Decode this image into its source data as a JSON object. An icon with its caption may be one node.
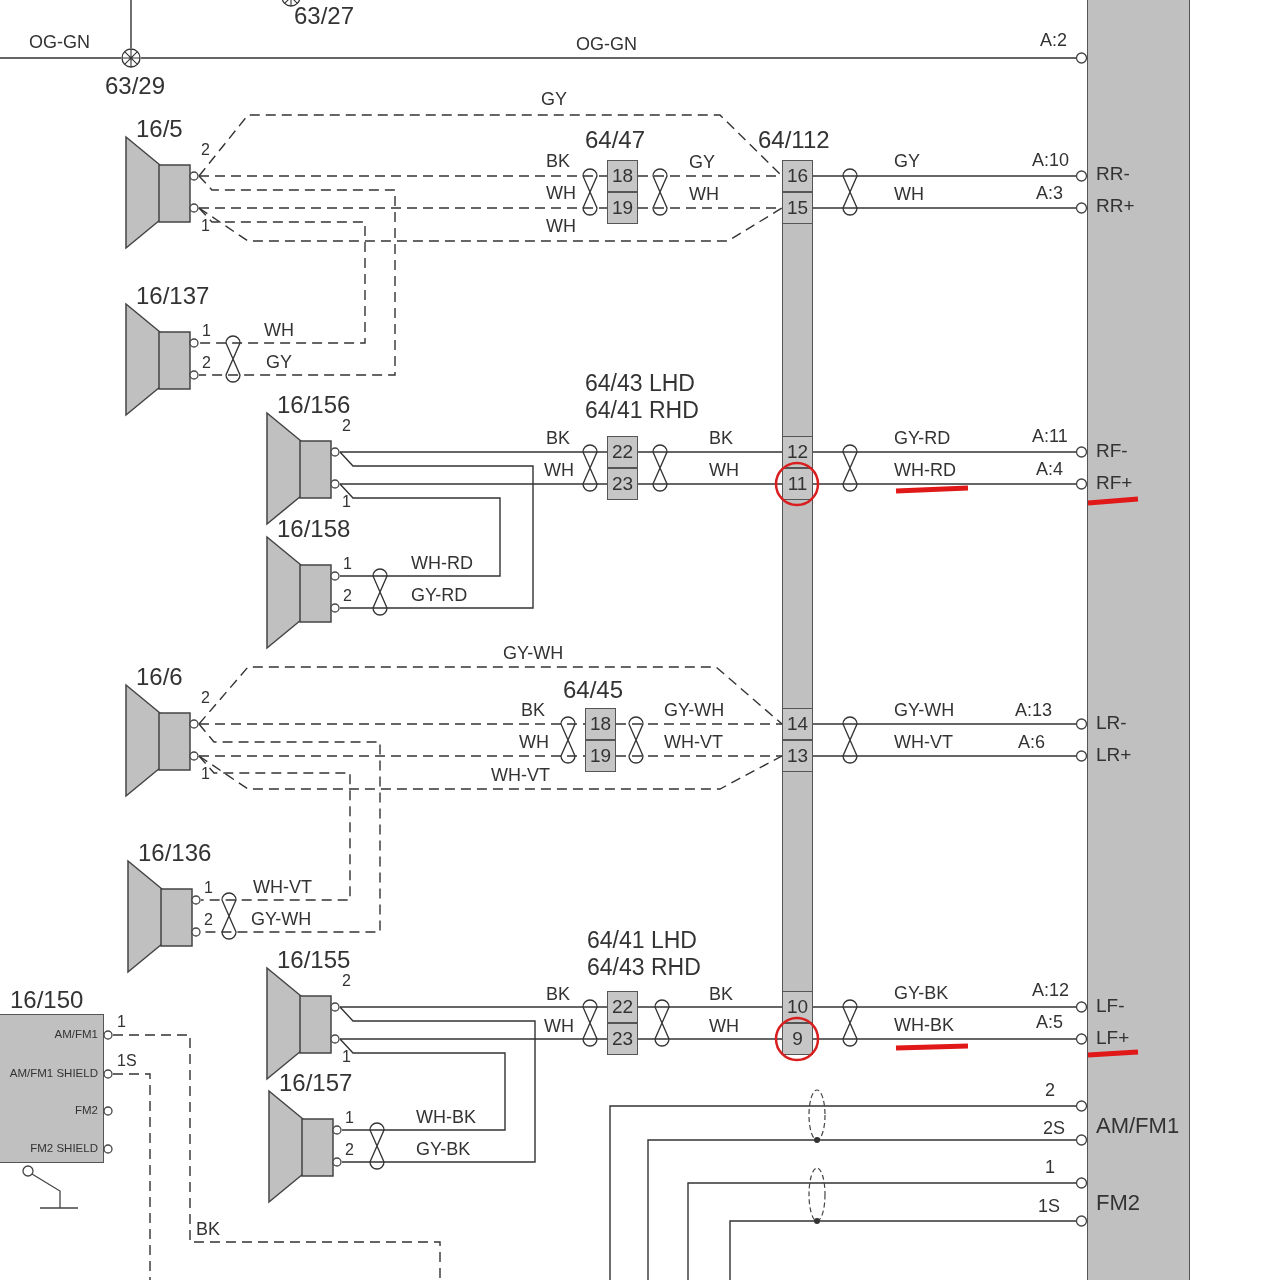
{
  "diagram": {
    "nodes": [
      {
        "text": [],
        "shape": "circle",
        "beside": [
          "63/27"
        ]
      },
      {
        "text": [],
        "shape": "circle",
        "beside": [
          "63/29"
        ]
      },
      {
        "text": [
          "RR-",
          "RR+",
          "RF-",
          "RF+",
          "LR-",
          "LR+",
          "LF-",
          "LF+",
          "AM/FM1",
          "FM2"
        ],
        "beside": [
          "A:2",
          "A:10",
          "A:3",
          "A:11",
          "A:4",
          "A:13",
          "A:6",
          "A:12",
          "A:5",
          "2",
          "2S",
          "1",
          "1S"
        ]
      },
      {
        "text": [],
        "shape": "speaker",
        "beside": [
          "16/5",
          "2",
          "1"
        ]
      },
      {
        "text": [
          "64/47"
        ]
      },
      {
        "text": [
          "18"
        ],
        "in": 4
      },
      {
        "text": [
          "19"
        ],
        "in": 4
      },
      {
        "text": [
          "64/112"
        ]
      },
      {
        "text": [
          "16"
        ],
        "in": 7
      },
      {
        "text": [
          "15"
        ],
        "in": 7
      },
      {
        "text": [],
        "shape": "speaker",
        "beside": [
          "16/137",
          "1",
          "2"
        ]
      },
      {
        "text": [],
        "shape": "speaker",
        "beside": [
          "16/156",
          "2",
          "1"
        ]
      },
      {
        "text": [
          "64/43 LHD",
          "64/41 RHD"
        ]
      },
      {
        "text": [
          "22"
        ],
        "in": 12
      },
      {
        "text": [
          "23"
        ],
        "in": 12
      },
      {
        "text": [
          "12"
        ],
        "in": 7
      },
      {
        "text": [
          "11"
        ],
        "in": 7
      },
      {
        "text": [],
        "shape": "speaker",
        "beside": [
          "16/158",
          "1",
          "2"
        ]
      },
      {
        "text": [],
        "shape": "speaker",
        "beside": [
          "16/6",
          "2",
          "1"
        ]
      },
      {
        "text": [
          "64/45"
        ]
      },
      {
        "text": [
          "18"
        ],
        "in": 19
      },
      {
        "text": [
          "19"
        ],
        "in": 19
      },
      {
        "text": [
          "14"
        ],
        "in": 7
      },
      {
        "text": [
          "13"
        ],
        "in": 7
      },
      {
        "text": [],
        "shape": "speaker",
        "beside": [
          "16/136",
          "1",
          "2"
        ]
      },
      {
        "text": [],
        "shape": "speaker",
        "beside": [
          "16/155",
          "2",
          "1"
        ]
      },
      {
        "text": [
          "16/150",
          "AM/FM1",
          "AM/FM1 SHIELD",
          "FM2",
          "FM2 SHIELD"
        ],
        "beside": [
          "1",
          "1S"
        ]
      },
      {
        "text": [
          "64/41 LHD",
          "64/43 RHD"
        ]
      },
      {
        "text": [
          "22"
        ],
        "in": 27
      },
      {
        "text": [
          "23"
        ],
        "in": 27
      },
      {
        "text": [
          "10"
        ],
        "in": 7
      },
      {
        "text": [
          "9"
        ],
        "in": 7
      },
      {
        "text": [],
        "shape": "speaker",
        "beside": [
          "16/157",
          "1",
          "2"
        ]
      }
    ],
    "edges": [
      {
        "from": null,
        "to": 1,
        "arrow": "none",
        "label": "OG-GN"
      },
      {
        "from": null,
        "to": 1,
        "arrow": "none"
      },
      {
        "from": 1,
        "to": 2,
        "arrow": "none",
        "label": "OG-GN"
      },
      {
        "from": 3,
        "to": 8,
        "arrow": "none",
        "label": "GY",
        "style": "dashed"
      },
      {
        "from": 3,
        "to": 5,
        "arrow": "none",
        "label": "BK",
        "style": "dashed"
      },
      {
        "from": 3,
        "to": 6,
        "arrow": "none",
        "label": "WH",
        "style": "dashed"
      },
      {
        "from": 3,
        "to": 9,
        "arrow": "none",
        "label": "WH",
        "style": "dashed"
      },
      {
        "from": 5,
        "to": 8,
        "arrow": "none",
        "label": "GY",
        "style": "dashed"
      },
      {
        "from": 6,
        "to": 9,
        "arrow": "none",
        "label": "WH",
        "style": "dashed"
      },
      {
        "from": 3,
        "to": 10,
        "arrow": "none",
        "label": "GY",
        "style": "dashed"
      },
      {
        "from": 3,
        "to": 10,
        "arrow": "none",
        "label": "WH",
        "style": "dashed"
      },
      {
        "from": 8,
        "to": 2,
        "arrow": "none",
        "label": "GY"
      },
      {
        "from": 9,
        "to": 2,
        "arrow": "none",
        "label": "WH"
      },
      {
        "from": 11,
        "to": 13,
        "arrow": "none",
        "label": "BK"
      },
      {
        "from": 11,
        "to": 14,
        "arrow": "none",
        "label": "WH"
      },
      {
        "from": 11,
        "to": 17,
        "arrow": "none",
        "label": "GY-RD"
      },
      {
        "from": 11,
        "to": 17,
        "arrow": "none",
        "label": "WH-RD"
      },
      {
        "from": 13,
        "to": 15,
        "arrow": "none",
        "label": "BK"
      },
      {
        "from": 14,
        "to": 16,
        "arrow": "none",
        "label": "WH"
      },
      {
        "from": 15,
        "to": 2,
        "arrow": "none",
        "label": "GY-RD"
      },
      {
        "from": 16,
        "to": 2,
        "arrow": "none",
        "label": "WH-RD"
      },
      {
        "from": 18,
        "to": 22,
        "arrow": "none",
        "label": "GY-WH",
        "style": "dashed"
      },
      {
        "from": 18,
        "to": 20,
        "arrow": "none",
        "label": "BK",
        "style": "dashed"
      },
      {
        "from": 18,
        "to": 21,
        "arrow": "none",
        "label": "WH",
        "style": "dashed"
      },
      {
        "from": 18,
        "to": 23,
        "arrow": "none",
        "label": "WH-VT",
        "style": "dashed"
      },
      {
        "from": 20,
        "to": 22,
        "arrow": "none",
        "label": "GY-WH",
        "style": "dashed"
      },
      {
        "from": 21,
        "to": 23,
        "arrow": "none",
        "label": "WH-VT",
        "style": "dashed"
      },
      {
        "from": 18,
        "to": 24,
        "arrow": "none",
        "label": "GY-WH",
        "style": "dashed"
      },
      {
        "from": 18,
        "to": 24,
        "arrow": "none",
        "label": "WH-VT",
        "style": "dashed"
      },
      {
        "from": 22,
        "to": 2,
        "arrow": "none",
        "label": "GY-WH"
      },
      {
        "from": 23,
        "to": 2,
        "arrow": "none",
        "label": "WH-VT"
      },
      {
        "from": 25,
        "to": 28,
        "arrow": "none",
        "label": "BK"
      },
      {
        "from": 25,
        "to": 29,
        "arrow": "none",
        "label": "WH"
      },
      {
        "from": 25,
        "to": 32,
        "arrow": "none",
        "label": "GY-BK"
      },
      {
        "from": 25,
        "to": 32,
        "arrow": "none",
        "label": "WH-BK"
      },
      {
        "from": 28,
        "to": 30,
        "arrow": "none",
        "label": "BK"
      },
      {
        "from": 29,
        "to": 31,
        "arrow": "none",
        "label": "WH"
      },
      {
        "from": 30,
        "to": 2,
        "arrow": "none",
        "label": "GY-BK"
      },
      {
        "from": 31,
        "to": 2,
        "arrow": "none",
        "label": "WH-BK"
      },
      {
        "from": 26,
        "to": null,
        "arrow": "none",
        "label": "BK",
        "style": "dashed"
      },
      {
        "from": 26,
        "to": null,
        "arrow": "none",
        "style": "dashed"
      },
      {
        "from": 2,
        "to": null,
        "arrow": "none"
      },
      {
        "from": 2,
        "to": null,
        "arrow": "none"
      },
      {
        "from": 2,
        "to": null,
        "arrow": "none"
      },
      {
        "from": 2,
        "to": null,
        "arrow": "none"
      }
    ]
  }
}
